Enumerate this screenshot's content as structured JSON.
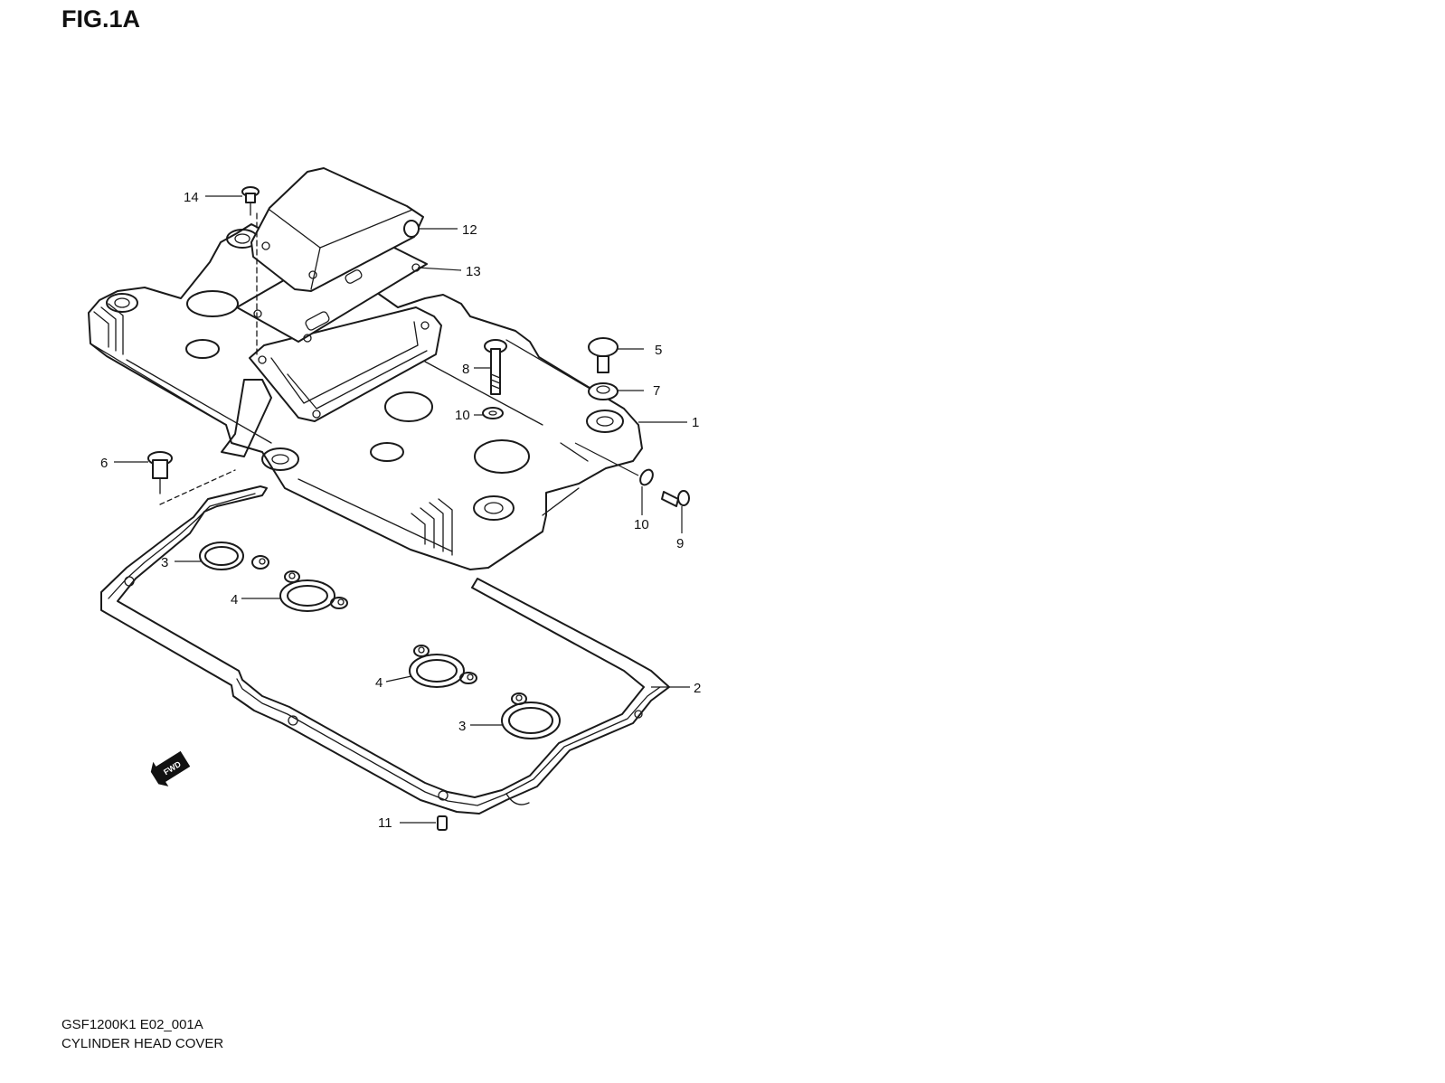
{
  "figure": {
    "title": "FIG.1A",
    "code": "GSF1200K1 E02_001A",
    "name": "CYLINDER HEAD COVER"
  },
  "callouts": [
    "1",
    "2",
    "3",
    "3",
    "4",
    "4",
    "5",
    "6",
    "7",
    "8",
    "9",
    "10",
    "10",
    "11",
    "12",
    "13",
    "14"
  ],
  "fwd_label": "FWD"
}
